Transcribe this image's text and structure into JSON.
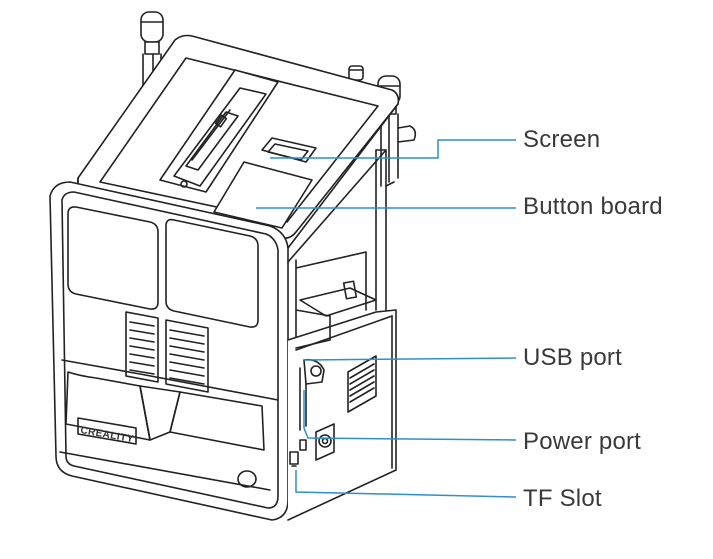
{
  "printer": {
    "brand_logo": "CREALITY"
  },
  "callouts": [
    {
      "id": "screen",
      "label": "Screen"
    },
    {
      "id": "button-board",
      "label": "Button board"
    },
    {
      "id": "usb-port",
      "label": "USB port"
    },
    {
      "id": "power-port",
      "label": "Power port"
    },
    {
      "id": "tf-slot",
      "label": "TF Slot"
    }
  ],
  "colors": {
    "line_art": "#222222",
    "leader_line": "#2f8fc7",
    "label_text": "#3a3a3a",
    "background": "#ffffff"
  }
}
